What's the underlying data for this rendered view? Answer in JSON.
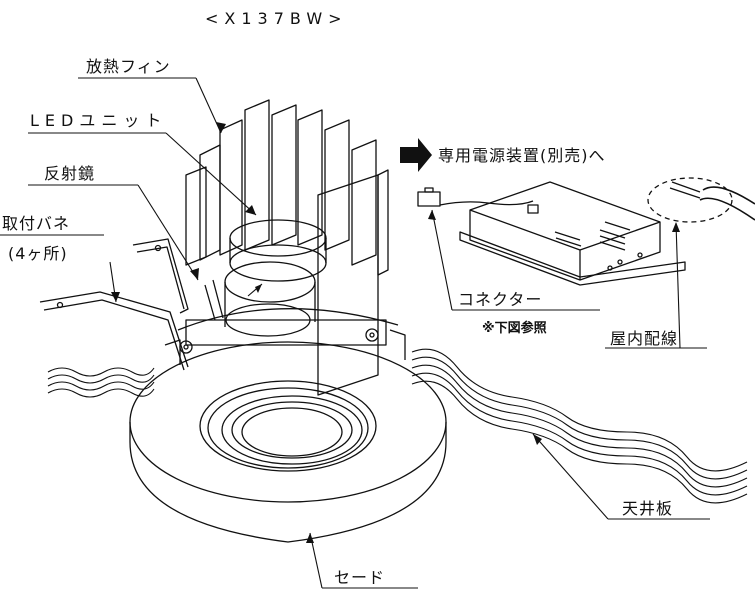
{
  "model_label": "<X137BW>",
  "labels": {
    "heat_fin": "放熱フィン",
    "led_unit": "LEDユニット",
    "reflector": "反射鏡",
    "mount_spring": "取付バネ",
    "mount_spring_count": "(4ヶ所)",
    "power_supply": "専用電源装置(別売)へ",
    "connector": "コネクター",
    "connector_note": "※下図参照",
    "indoor_wiring": "屋内配線",
    "ceiling_board": "天井板",
    "shade": "セード"
  },
  "icons": {
    "arrow": "right-arrow-icon"
  }
}
